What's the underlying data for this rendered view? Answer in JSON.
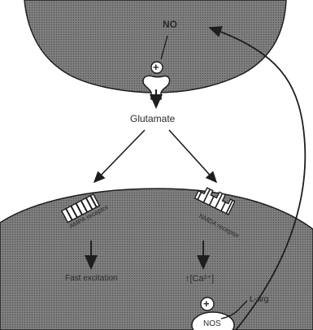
{
  "labels": {
    "no": "NO",
    "plus_top": "+",
    "glutamate": "Glutamate",
    "ampa_receptor": "AMPA receptor",
    "nmda_receptor": "NMDA receptor",
    "fast_excitation": "Fast excitation",
    "ca_increase": "↑[Ca²⁺]",
    "plus_bottom": "+",
    "nos": "NOS",
    "l_arg": "L-arg"
  },
  "colors": {
    "cell_fill": "#6b6b6b",
    "line": "#1e1e1e",
    "background": "#ffffff"
  }
}
